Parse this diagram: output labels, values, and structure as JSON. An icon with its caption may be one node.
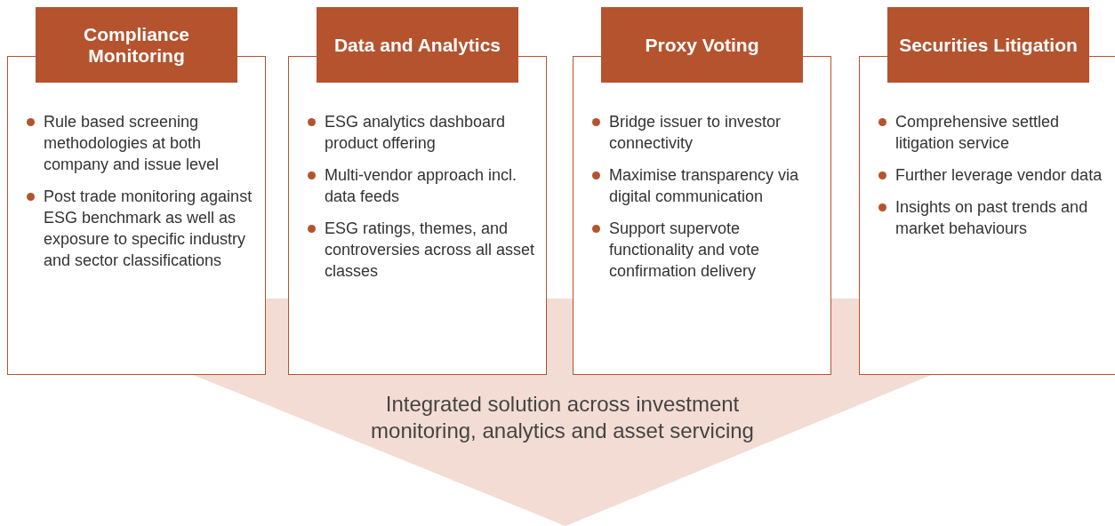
{
  "diagram": {
    "nodes": [
      {
        "text": [
          "Compliance Monitoring",
          "Rule based screening methodologies at both company and issue level",
          "Post trade monitoring against ESG benchmark as well as exposure to specific industry and sector classifications"
        ]
      },
      {
        "text": [
          "Data and Analytics",
          "ESG analytics dashboard product offering",
          "Multi-vendor approach incl. data feeds",
          "ESG ratings, themes, and controversies across all asset classes"
        ]
      },
      {
        "text": [
          "Proxy Voting",
          "Bridge issuer to investor connectivity",
          "Maximise transparency via digital communication",
          "Support supervote functionality and vote confirmation delivery"
        ]
      },
      {
        "text": [
          "Securities Litigation",
          "Comprehensive settled litigation service",
          "Further leverage vendor data",
          "Insights on past trends and market behaviours"
        ]
      },
      {
        "text": [
          "Integrated solution across investment monitoring, analytics and asset servicing"
        ]
      }
    ]
  }
}
